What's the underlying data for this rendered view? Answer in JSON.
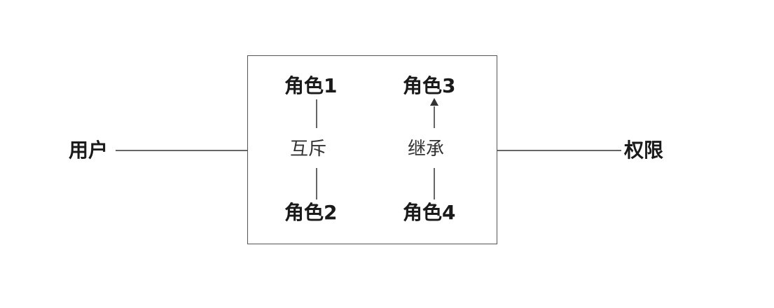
{
  "nodes": {
    "user": "用户",
    "permission": "权限",
    "role1": "角色1",
    "role2": "角色2",
    "role3": "角色3",
    "role4": "角色4"
  },
  "relations": {
    "mutex": "互斥",
    "inherit": "继承"
  },
  "colors": {
    "line": "#333333",
    "box_border": "#555555",
    "text": "#1a1a1a"
  }
}
